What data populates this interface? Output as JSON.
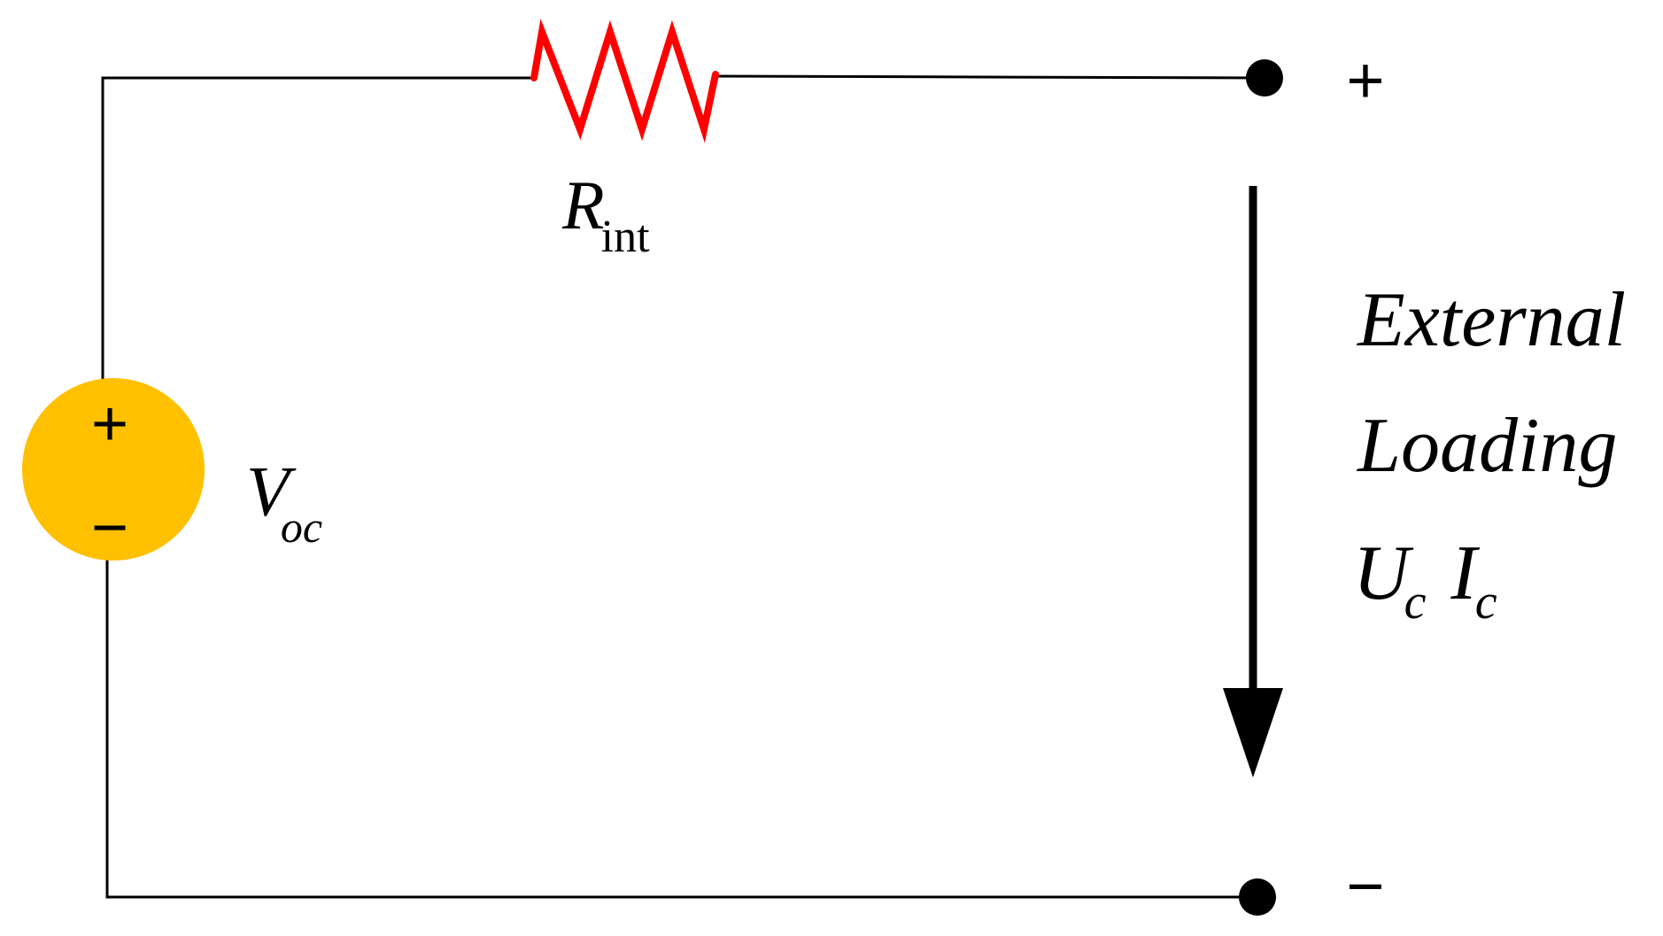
{
  "source": {
    "symbol": "V",
    "subscript": "oc",
    "plus_sign": "+",
    "minus_sign": "−"
  },
  "resistor": {
    "symbol": "R",
    "subscript": "int"
  },
  "terminals": {
    "positive_sign": "+",
    "negative_sign": "−"
  },
  "load": {
    "line1": "External",
    "line2": "Loading",
    "voltage_symbol": "U",
    "voltage_subscript": "c",
    "current_symbol": "I",
    "current_subscript": "c"
  },
  "colors": {
    "wire": "#000000",
    "resistor": "#ff0000",
    "source_fill": "#ffc000",
    "terminal": "#000000",
    "arrow": "#000000",
    "text": "#000000"
  }
}
